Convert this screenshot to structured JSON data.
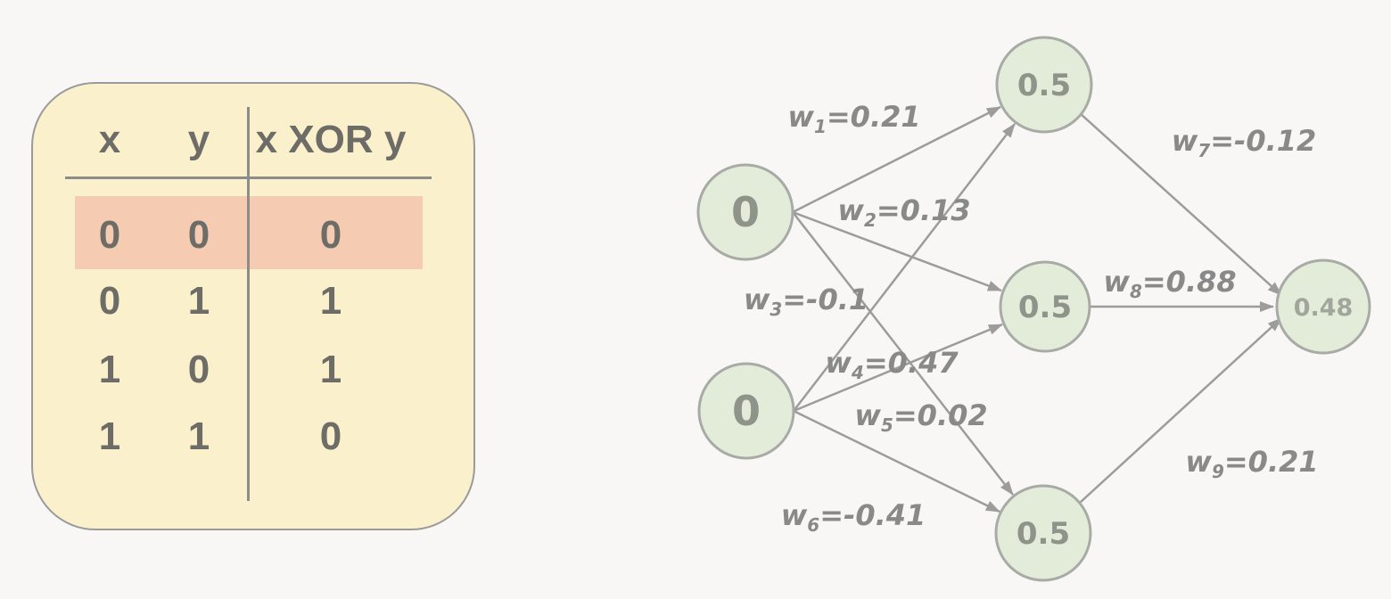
{
  "truth_table": {
    "columns": [
      "x",
      "y",
      "x XOR y"
    ],
    "rows": [
      {
        "x": "0",
        "y": "0",
        "xor": "0"
      },
      {
        "x": "0",
        "y": "1",
        "xor": "1"
      },
      {
        "x": "1",
        "y": "0",
        "xor": "1"
      },
      {
        "x": "1",
        "y": "1",
        "xor": "0"
      }
    ],
    "highlighted_row_index": 0,
    "colors": {
      "box_fill": "#faf0cc",
      "box_border": "#9a9a9a",
      "highlight_fill": "#f5cbb2",
      "text": "#6e6c66",
      "divider_line": "#8c8c8c"
    }
  },
  "network": {
    "input_nodes": [
      {
        "value": "0"
      },
      {
        "value": "0"
      }
    ],
    "hidden_nodes": [
      {
        "value": "0.5"
      },
      {
        "value": "0.5"
      },
      {
        "value": "0.5"
      }
    ],
    "output_node": {
      "value": "0.48"
    },
    "weights": [
      {
        "name": "w",
        "sub": "1",
        "value": "=0.21"
      },
      {
        "name": "w",
        "sub": "2",
        "value": "=0.13"
      },
      {
        "name": "w",
        "sub": "3",
        "value": "=-0.1"
      },
      {
        "name": "w",
        "sub": "4",
        "value": "=0.47"
      },
      {
        "name": "w",
        "sub": "5",
        "value": "=0.02"
      },
      {
        "name": "w",
        "sub": "6",
        "value": "=-0.41"
      },
      {
        "name": "w",
        "sub": "7",
        "value": "=-0.12"
      },
      {
        "name": "w",
        "sub": "8",
        "value": "=0.88"
      },
      {
        "name": "w",
        "sub": "9",
        "value": "=0.21"
      }
    ],
    "colors": {
      "node_fill": "#e2ecd9",
      "node_border": "#a7aaa5",
      "node_text": "#8f948b",
      "edge": "#9c9c9c",
      "weight_text": "#898989"
    }
  }
}
